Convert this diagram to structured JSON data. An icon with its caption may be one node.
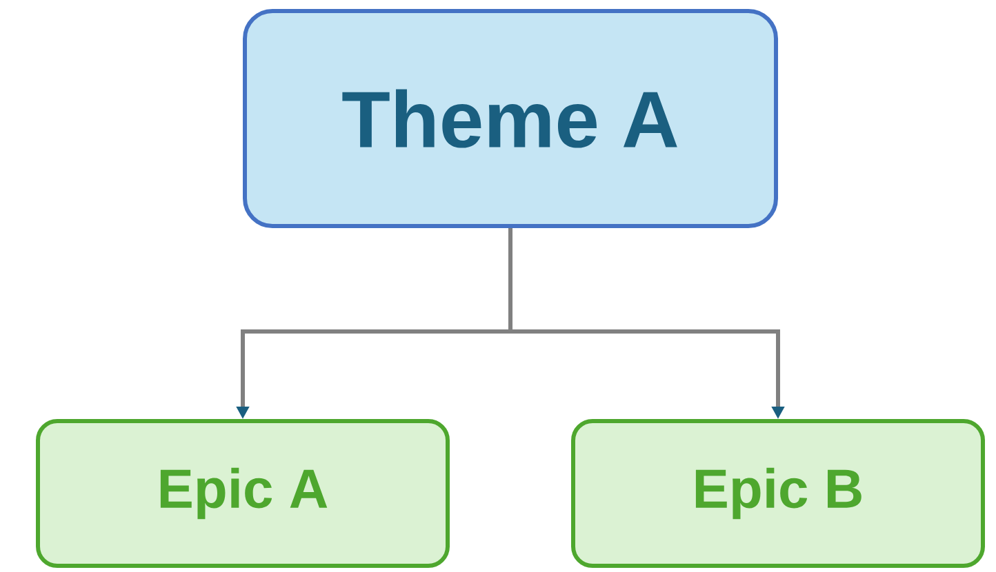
{
  "diagram": {
    "nodes": [
      {
        "text": [
          "Theme A"
        ]
      },
      {
        "text": [
          "Epic A"
        ]
      },
      {
        "text": [
          "Epic B"
        ]
      }
    ],
    "edges": [
      {
        "from": 0,
        "to": 1,
        "arrow": "to"
      },
      {
        "from": 0,
        "to": 2,
        "arrow": "to"
      }
    ]
  }
}
